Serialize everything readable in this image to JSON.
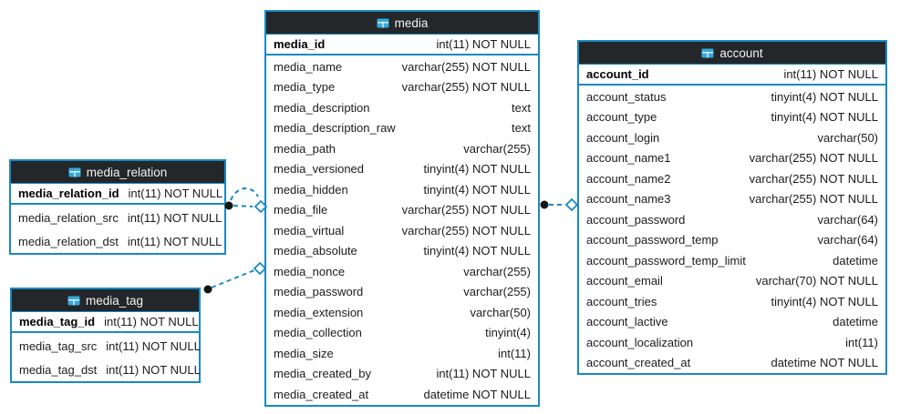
{
  "tables": {
    "media": {
      "title": "media",
      "primary_key": {
        "name": "media_id",
        "type": "int(11) NOT NULL"
      },
      "columns": [
        {
          "name": "media_name",
          "type": "varchar(255) NOT NULL"
        },
        {
          "name": "media_type",
          "type": "varchar(255) NOT NULL"
        },
        {
          "name": "media_description",
          "type": "text"
        },
        {
          "name": "media_description_raw",
          "type": "text"
        },
        {
          "name": "media_path",
          "type": "varchar(255)"
        },
        {
          "name": "media_versioned",
          "type": "tinyint(4) NOT NULL"
        },
        {
          "name": "media_hidden",
          "type": "tinyint(4) NOT NULL"
        },
        {
          "name": "media_file",
          "type": "varchar(255) NOT NULL"
        },
        {
          "name": "media_virtual",
          "type": "varchar(255) NOT NULL"
        },
        {
          "name": "media_absolute",
          "type": "tinyint(4) NOT NULL"
        },
        {
          "name": "media_nonce",
          "type": "varchar(255)"
        },
        {
          "name": "media_password",
          "type": "varchar(255)"
        },
        {
          "name": "media_extension",
          "type": "varchar(50)"
        },
        {
          "name": "media_collection",
          "type": "tinyint(4)"
        },
        {
          "name": "media_size",
          "type": "int(11)"
        },
        {
          "name": "media_created_by",
          "type": "int(11) NOT NULL"
        },
        {
          "name": "media_created_at",
          "type": "datetime NOT NULL"
        }
      ]
    },
    "media_relation": {
      "title": "media_relation",
      "primary_key": {
        "name": "media_relation_id",
        "type": "int(11) NOT NULL"
      },
      "columns": [
        {
          "name": "media_relation_src",
          "type": "int(11) NOT NULL"
        },
        {
          "name": "media_relation_dst",
          "type": "int(11) NOT NULL"
        }
      ]
    },
    "media_tag": {
      "title": "media_tag",
      "primary_key": {
        "name": "media_tag_id",
        "type": "int(11) NOT NULL"
      },
      "columns": [
        {
          "name": "media_tag_src",
          "type": "int(11) NOT NULL"
        },
        {
          "name": "media_tag_dst",
          "type": "int(11) NOT NULL"
        }
      ]
    },
    "account": {
      "title": "account",
      "primary_key": {
        "name": "account_id",
        "type": "int(11) NOT NULL"
      },
      "columns": [
        {
          "name": "account_status",
          "type": "tinyint(4) NOT NULL"
        },
        {
          "name": "account_type",
          "type": "tinyint(4) NOT NULL"
        },
        {
          "name": "account_login",
          "type": "varchar(50)"
        },
        {
          "name": "account_name1",
          "type": "varchar(255) NOT NULL"
        },
        {
          "name": "account_name2",
          "type": "varchar(255) NOT NULL"
        },
        {
          "name": "account_name3",
          "type": "varchar(255) NOT NULL"
        },
        {
          "name": "account_password",
          "type": "varchar(64)"
        },
        {
          "name": "account_password_temp",
          "type": "varchar(64)"
        },
        {
          "name": "account_password_temp_limit",
          "type": "datetime"
        },
        {
          "name": "account_email",
          "type": "varchar(70) NOT NULL"
        },
        {
          "name": "account_tries",
          "type": "tinyint(4) NOT NULL"
        },
        {
          "name": "account_lactive",
          "type": "datetime"
        },
        {
          "name": "account_localization",
          "type": "int(11)"
        },
        {
          "name": "account_created_at",
          "type": "datetime NOT NULL"
        }
      ]
    }
  },
  "relationships": [
    {
      "from": "media_relation",
      "to": "media",
      "style": "dashed",
      "lines": 2
    },
    {
      "from": "media_tag",
      "to": "media",
      "style": "dashed",
      "lines": 1
    },
    {
      "from": "media",
      "to": "account",
      "style": "dashed",
      "lines": 1
    }
  ],
  "colors": {
    "table_border": "#1789c4",
    "header_background": "#242729",
    "header_text": "#f2f2f2",
    "icon_fill": "#35a8dc",
    "connector_line": "#1789c4",
    "connector_dot": "#141414",
    "background": "#ffffff"
  }
}
